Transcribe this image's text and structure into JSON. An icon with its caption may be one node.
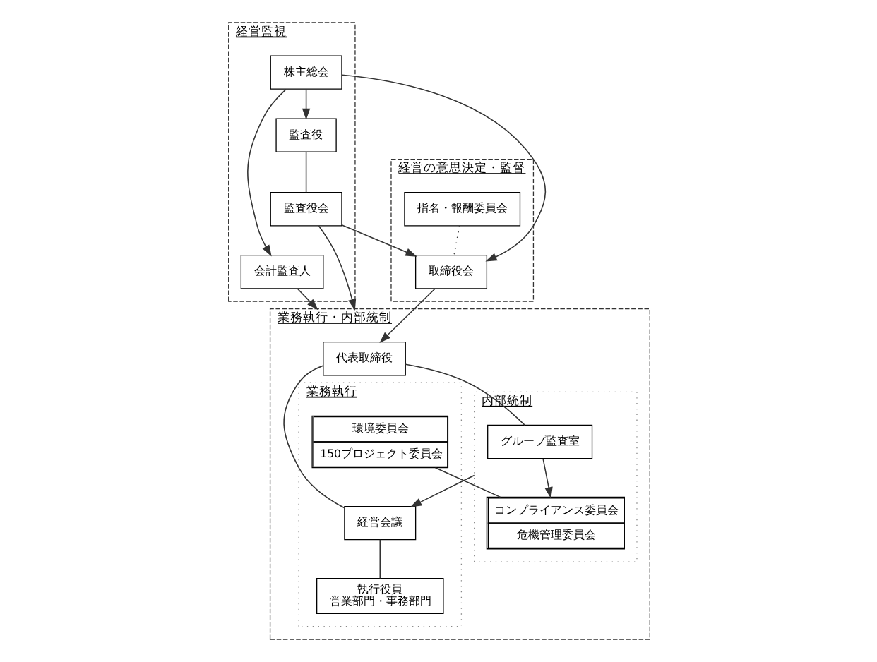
{
  "diagram": {
    "nodes": [
      {
        "text": [
          "経営監視"
        ]
      },
      {
        "text": [
          "株主総会"
        ],
        "in": 0
      },
      {
        "text": [
          "監査役"
        ],
        "in": 0
      },
      {
        "text": [
          "監査役会"
        ],
        "in": 0
      },
      {
        "text": [
          "会計監査人"
        ],
        "in": 0
      },
      {
        "text": [
          "経営の意思決定・監督"
        ]
      },
      {
        "text": [
          "指名・報酬委員会"
        ],
        "in": 5
      },
      {
        "text": [
          "取締役会"
        ],
        "in": 5
      },
      {
        "text": [
          "業務執行・内部統制"
        ]
      },
      {
        "text": [
          "代表取締役"
        ],
        "in": 8
      },
      {
        "text": [
          "業務執行"
        ],
        "in": 8
      },
      {
        "text": [
          "経営会議"
        ],
        "in": 10
      },
      {
        "text": [
          "環境委員会",
          "150プロジェクト委員会"
        ],
        "in": 10
      },
      {
        "text": [
          "執行役員",
          "営業部門・事務部門"
        ],
        "in": 10
      },
      {
        "text": [
          "内部統制"
        ],
        "in": 8
      },
      {
        "text": [
          "グループ監査室"
        ],
        "in": 14
      },
      {
        "text": [
          "コンプライアンス委員会",
          "危機管理委員会"
        ],
        "in": 14
      }
    ],
    "edges": [
      {
        "from": 1,
        "to": 7,
        "arrow": "to"
      },
      {
        "from": 1,
        "to": 2,
        "arrow": "to"
      },
      {
        "from": 1,
        "to": 4,
        "arrow": "to"
      },
      {
        "from": 2,
        "to": 3,
        "arrow": "none"
      },
      {
        "from": 3,
        "to": 7,
        "arrow": "to"
      },
      {
        "from": 6,
        "to": 7,
        "arrow": "none",
        "style": "dashed"
      },
      {
        "from": 7,
        "to": 9,
        "arrow": "to"
      },
      {
        "from": 3,
        "to": 8,
        "arrow": "to"
      },
      {
        "from": 4,
        "to": 8,
        "arrow": "to"
      },
      {
        "from": 9,
        "to": 11,
        "arrow": "none"
      },
      {
        "from": 9,
        "to": 15,
        "arrow": "none"
      },
      {
        "from": 11,
        "to": 13,
        "arrow": "none"
      },
      {
        "from": 12,
        "to": 16,
        "arrow": "none"
      },
      {
        "from": 15,
        "to": 16,
        "arrow": "to"
      },
      {
        "from": 14,
        "to": 11,
        "arrow": "to"
      }
    ]
  }
}
